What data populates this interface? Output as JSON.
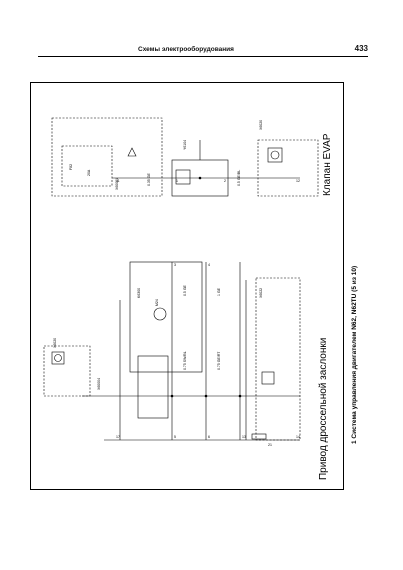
{
  "header": {
    "section_title": "Схемы электрооборудования",
    "page_number": "433"
  },
  "diagram": {
    "title_evap": "Клапан EVAP",
    "title_throttle": "Привод дроссельной заслонки",
    "caption": "1  Система управления двигателем N62, N62TU (5 из 10)",
    "fuse": "F82",
    "fuse_rating": "20A",
    "ground_top": "X6020",
    "ground_mid": "X6022",
    "ground_left": "X6020",
    "ecu": "K6300",
    "motor": "M24",
    "valve": "Y6104",
    "connector_a": "X60001",
    "connector_b": "X60004",
    "wire_labels": [
      "0.35 GE",
      "0.5 GE/BL",
      "0.5 GE",
      "1 GE",
      "0.75 SW/BL",
      "0.75 GE/RT"
    ],
    "pin_labels": [
      "1",
      "2",
      "3",
      "4",
      "5",
      "6",
      "11",
      "12",
      "13",
      "14",
      "17",
      "21"
    ]
  }
}
